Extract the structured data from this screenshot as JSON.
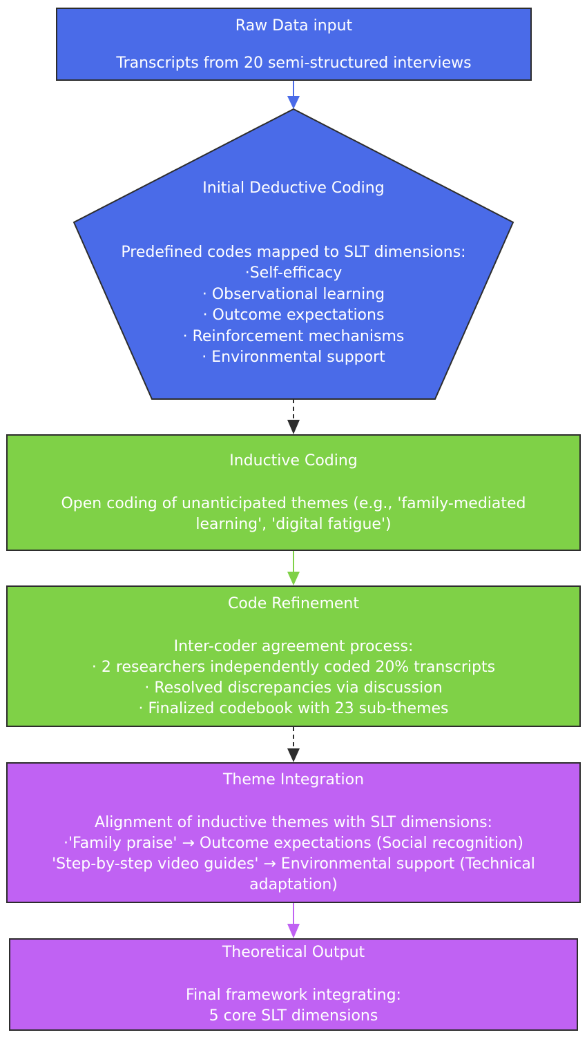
{
  "nodes": {
    "raw": {
      "title": "Raw Data input",
      "body": "Transcripts from 20 semi-structured interviews"
    },
    "deductive": {
      "title": "Initial Deductive Coding",
      "lines": [
        "Predefined codes mapped to SLT dimensions:",
        "·Self-efficacy",
        "· Observational learning",
        "· Outcome expectations",
        "· Reinforcement mechanisms",
        "· Environmental support"
      ]
    },
    "inductive": {
      "title": "Inductive Coding",
      "lines": [
        "Open coding of unanticipated themes (e.g., 'family-mediated",
        "learning', 'digital fatigue')"
      ]
    },
    "refinement": {
      "title": "Code Refinement",
      "lines": [
        "Inter-coder agreement process:",
        "· 2 researchers independently coded 20% transcripts",
        "· Resolved discrepancies via discussion",
        "· Finalized codebook with 23 sub-themes"
      ]
    },
    "integration": {
      "title": "Theme Integration",
      "lines": [
        "Alignment of inductive themes with SLT dimensions:",
        "·'Family praise' → Outcome expectations (Social recognition)",
        "'Step-by-step video guides' → Environmental support (Technical",
        "adaptation)"
      ]
    },
    "output": {
      "title": "Theoretical Output",
      "lines": [
        "Final framework integrating:",
        "5 core SLT dimensions"
      ]
    }
  },
  "colors": {
    "blue": "#4a6be8",
    "green": "#7fd147",
    "purple": "#c062f3",
    "dark_arrow": "#2d2d2d"
  }
}
